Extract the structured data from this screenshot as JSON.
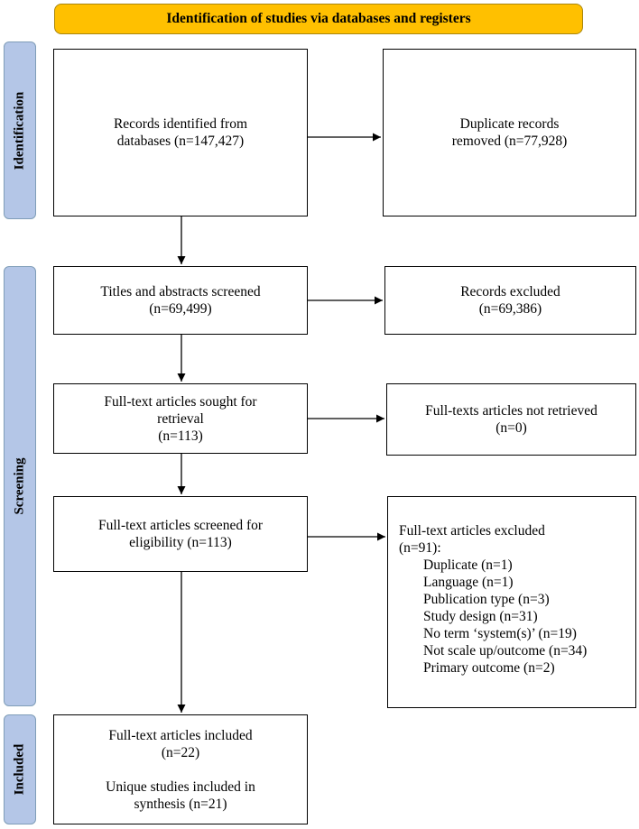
{
  "header": {
    "title": "Identification of studies via databases and registers"
  },
  "stages": {
    "identification": "Identification",
    "screening": "Screening",
    "included": "Included"
  },
  "boxes": {
    "records_identified": [
      "Records identified from",
      "databases (n=147,427)"
    ],
    "duplicates_removed": [
      "Duplicate records",
      "removed (n=77,928)"
    ],
    "titles_screened": [
      "Titles and abstracts screened",
      "(n=69,499)"
    ],
    "records_excluded": [
      "Records excluded",
      "(n=69,386)"
    ],
    "sought_retrieval": [
      "Full-text articles sought for",
      "retrieval",
      "(n=113)"
    ],
    "not_retrieved": [
      "Full-texts articles not retrieved",
      "(n=0)"
    ],
    "screened_eligibility": [
      "Full-text articles screened for",
      "eligibility (n=113)"
    ],
    "fulltext_excluded": {
      "heading": "Full-text articles excluded",
      "count": "(n=91):",
      "reasons": [
        "Duplicate (n=1)",
        "Language (n=1)",
        "Publication type (n=3)",
        "Study design (n=31)",
        "No term ‘system(s)’ (n=19)",
        "Not scale up/outcome (n=34)",
        "Primary outcome (n=2)"
      ]
    },
    "included": {
      "articles": [
        "Full-text articles included",
        "(n=22)"
      ],
      "studies": [
        "Unique studies included in",
        "synthesis (n=21)"
      ]
    }
  }
}
